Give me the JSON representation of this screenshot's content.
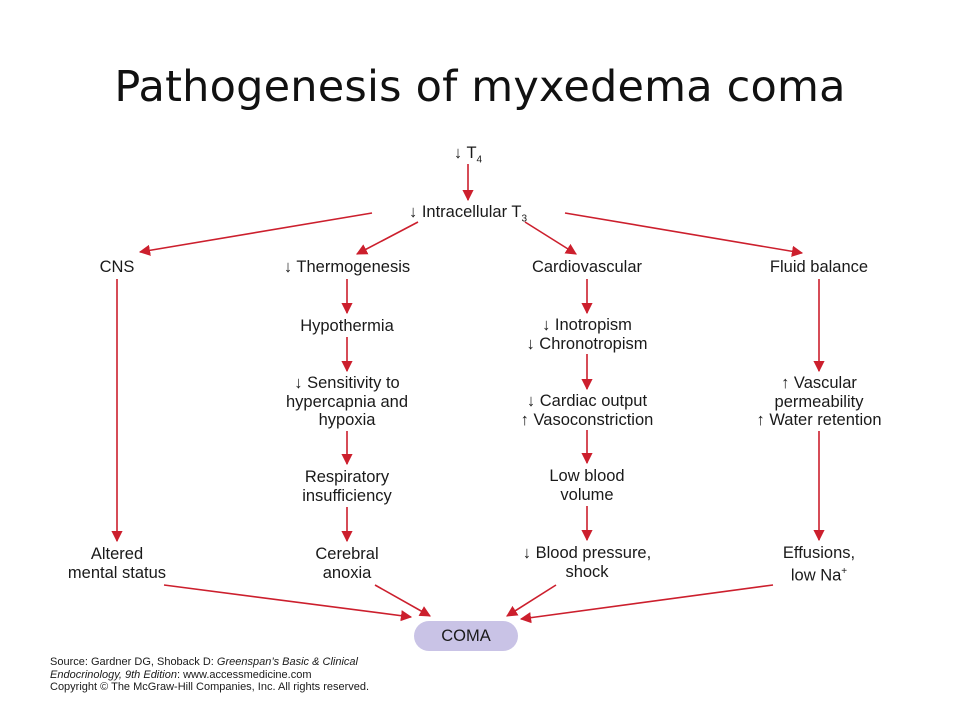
{
  "title": "Pathogenesis of myxedema coma",
  "colors": {
    "arrow": "#cc1f2d",
    "coma_fill": "#c9c3e6",
    "text": "#1a1a1a"
  },
  "nodes": {
    "t4": {
      "arrow": "↓",
      "text": "T",
      "sub": "4"
    },
    "intracellular_t3": {
      "arrow": "↓",
      "text": "Intracellular T",
      "sub": "3"
    },
    "cns": "CNS",
    "thermogenesis": "↓ Thermogenesis",
    "cardiovascular": "Cardiovascular",
    "fluid_balance": "Fluid balance",
    "hypothermia": "Hypothermia",
    "inotropism": "↓ Inotropism\n↓ Chronotropism",
    "vascular_perm": "↑ Vascular\npermeability\n↑ Water retention",
    "sensitivity": "↓ Sensitivity to\nhypercapnia and\nhypoxia",
    "cardiac_output": "↓ Cardiac output\n↑ Vasoconstriction",
    "respiratory": "Respiratory\ninsufficiency",
    "low_blood_volume": "Low blood\nvolume",
    "altered_mental": "Altered\nmental status",
    "cerebral_anoxia": "Cerebral\nanoxia",
    "blood_pressure": "↓ Blood pressure,\nshock",
    "effusions": {
      "line1": "Effusions,",
      "line2": "low Na",
      "sup": "+"
    },
    "coma": "COMA"
  },
  "source": {
    "line1_prefix": "Source: Gardner DG, Shoback D: ",
    "line1_italic": "Greenspan’s Basic & Clinical",
    "line2_italic": "Endocrinology, 9th Edition",
    "line2_rest": ": www.accessmedicine.com",
    "line3": "Copyright © The McGraw-Hill Companies, Inc. All rights reserved."
  }
}
